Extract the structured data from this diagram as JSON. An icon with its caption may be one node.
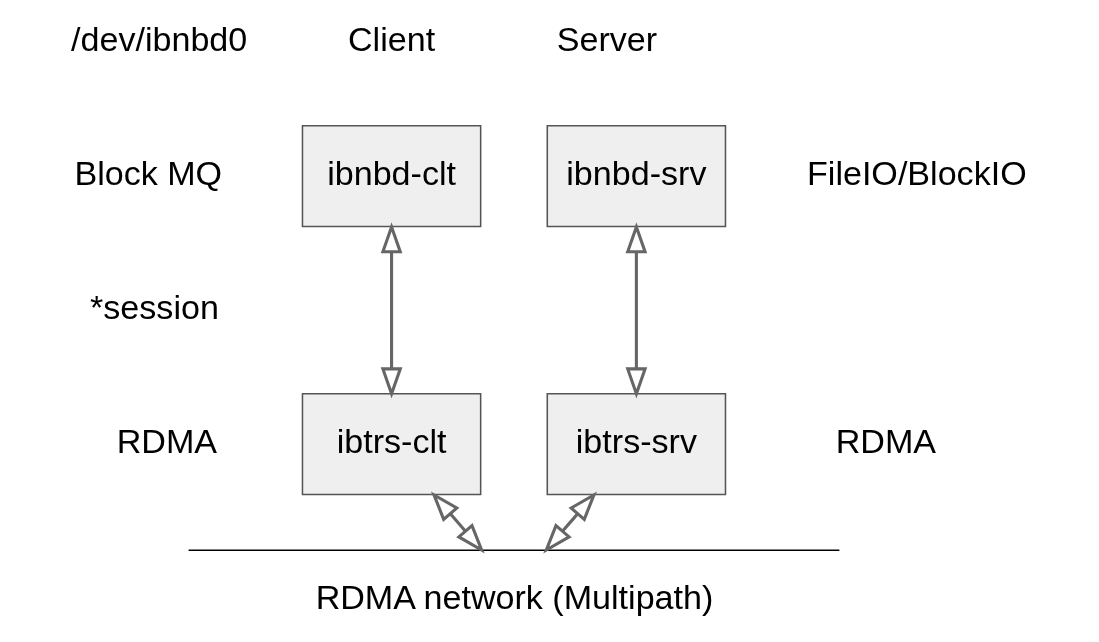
{
  "diagram": {
    "nodes": [
      {
        "text": [
          "ibnbd-clt"
        ]
      },
      {
        "text": [
          "ibnbd-srv"
        ]
      },
      {
        "text": [
          "ibtrs-clt"
        ]
      },
      {
        "text": [
          "ibtrs-srv"
        ]
      },
      {
        "text": [
          "RDMA network (Multipath)"
        ]
      }
    ],
    "edges": [
      {
        "from": 0,
        "to": 2,
        "arrow": "both"
      },
      {
        "from": 1,
        "to": 3,
        "arrow": "both"
      },
      {
        "from": 2,
        "to": 4,
        "arrow": "both"
      },
      {
        "from": 3,
        "to": 4,
        "arrow": "both"
      }
    ],
    "labels": [
      "/dev/ibnbd0",
      "Client",
      "Server",
      "Block MQ",
      "FileIO/BlockIO",
      "*session",
      "RDMA",
      "RDMA"
    ]
  }
}
